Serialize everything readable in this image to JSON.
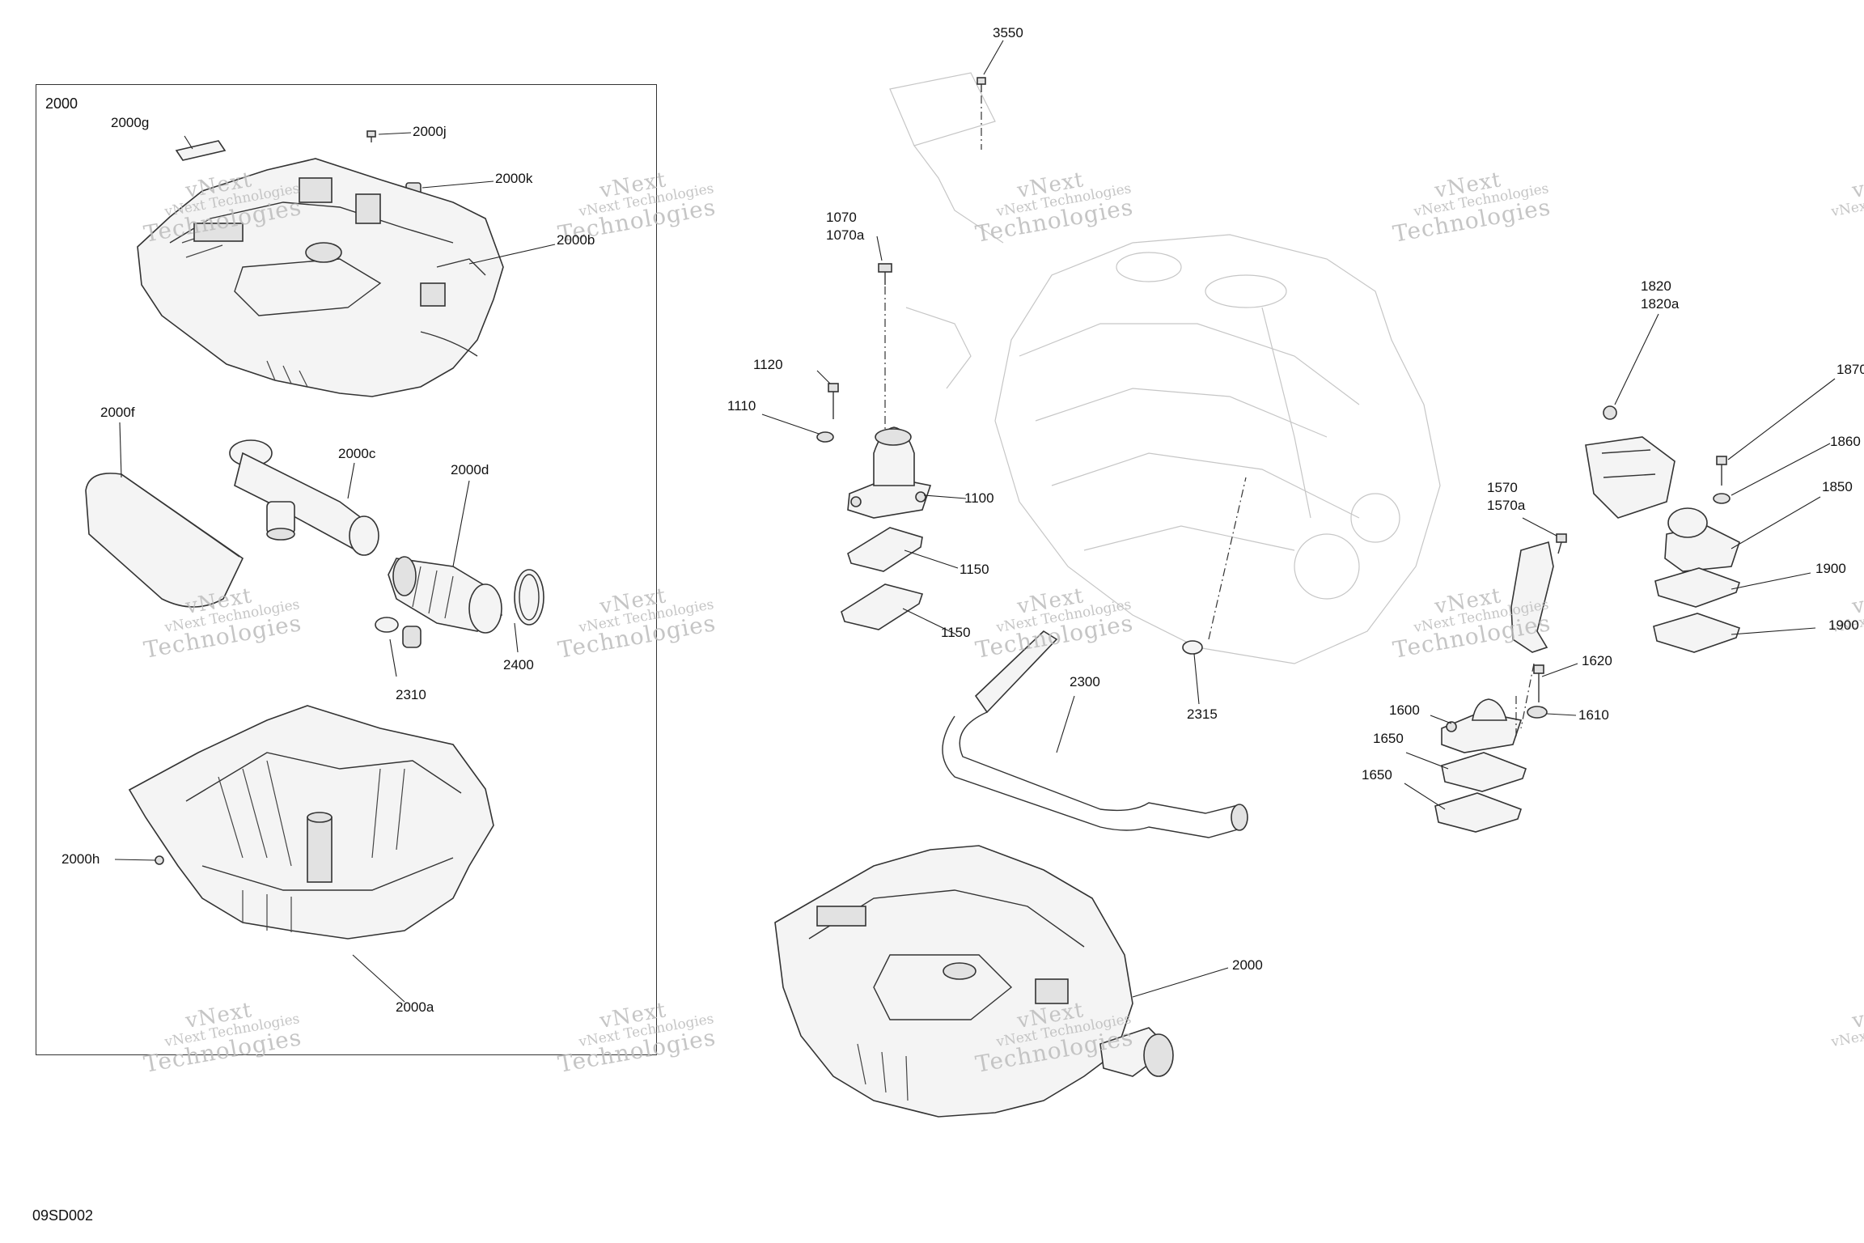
{
  "diagram": {
    "code": "09SD002",
    "inset_title": "2000",
    "watermark": {
      "line1": "vNext",
      "line2": "vNext Technologies",
      "line3": "Technologies"
    },
    "callouts": {
      "c2000g": "2000g",
      "c2000j": "2000j",
      "c2000k": "2000k",
      "c2000b": "2000b",
      "c2000f": "2000f",
      "c2000c": "2000c",
      "c2000d": "2000d",
      "c2310": "2310",
      "c2400": "2400",
      "c2000h": "2000h",
      "c2000a": "2000a",
      "c3550": "3550",
      "c1070": "1070",
      "c1070a": "1070a",
      "c1120": "1120",
      "c1110": "1110",
      "c1100": "1100",
      "c1150a": "1150",
      "c1150b": "1150",
      "c2300": "2300",
      "c2315": "2315",
      "c2000": "2000",
      "c1820": "1820",
      "c1820a": "1820a",
      "c1870": "1870",
      "c1860": "1860",
      "c1850": "1850",
      "c1900a": "1900",
      "c1900b": "1900",
      "c1570": "1570",
      "c1570a": "1570a",
      "c1620": "1620",
      "c1600": "1600",
      "c1610": "1610",
      "c1650a": "1650",
      "c1650b": "1650"
    }
  }
}
